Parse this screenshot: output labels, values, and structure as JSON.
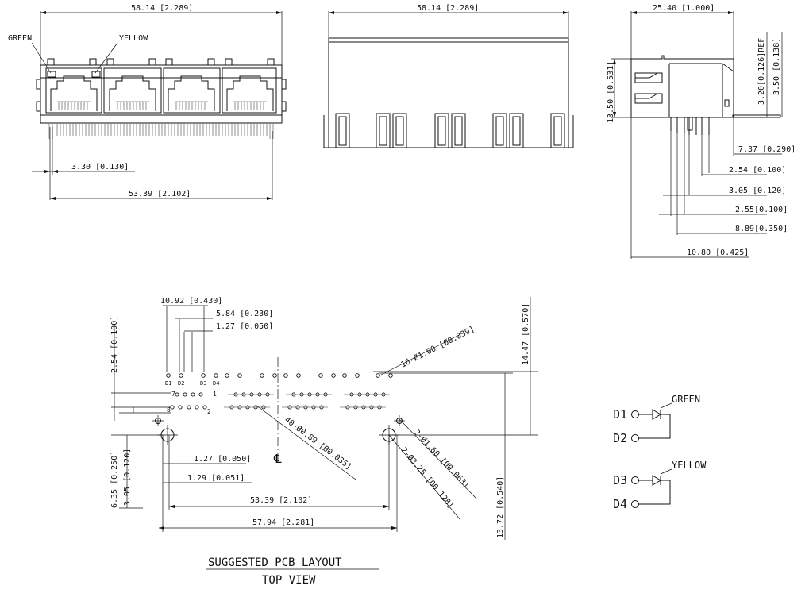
{
  "front_view": {
    "width_dim": "58.14 [2.289]",
    "green_label": "GREEN",
    "yellow_label": "YELLOW",
    "pin_offset_dim": "3.30 [0.130]",
    "pin_span_dim": "53.39 [2.102]"
  },
  "rear_view": {
    "width_dim": "58.14 [2.289]"
  },
  "side_view": {
    "depth_dim": "25.40 [1.000]",
    "height_dim": "13.50 [0.531]",
    "ref_dim": "3.20[0.126]REF",
    "top_dim": "3.50 [0.138]",
    "d1": "7.37 [0.290]",
    "d2": "2.54 [0.100]",
    "d3": "3.05 [0.120]",
    "d4": "2.55[0.100]",
    "d5": "8.89[0.350]",
    "d6": "10.80 [0.425]"
  },
  "pcb_layout": {
    "dim_10_92": "10.92 [0.430]",
    "dim_5_84": "5.84 [0.230]",
    "dim_1_27_top": "1.27 [0.050]",
    "dim_2_54": "2.54 [0.100]",
    "dim_6_35": "6.35 [0.250]",
    "dim_3_05": "3.05 [0.120]",
    "dim_1_27_bottom": "1.27 [0.050]",
    "dim_1_29": "1.29 [0.051]",
    "dim_53_39": "53.39 [2.102]",
    "dim_57_94": "57.94 [2.281]",
    "dim_14_47": "14.47 [0.570]",
    "dim_13_72": "13.72 [0.540]",
    "hole_16": "16-Ø1.00 [Ø0.039]",
    "hole_40": "40-Ø0.89 [Ø0.035]",
    "hole_2_160": "2-Ø1.60 [Ø0.063]",
    "hole_2_325": "2-Ø3.25 [Ø0.128]",
    "pin_labels": {
      "d1": "D1",
      "d2": "D2",
      "d3": "D3",
      "d4": "D4",
      "p7": "7",
      "p1": "1",
      "p8": "8",
      "p2": "2"
    },
    "centerline": "℄",
    "title": "SUGGESTED PCB LAYOUT",
    "subtitle": "TOP VIEW"
  },
  "led_schematic": {
    "green_label": "GREEN",
    "yellow_label": "YELLOW",
    "d1": "D1",
    "d2": "D2",
    "d3": "D3",
    "d4": "D4"
  }
}
